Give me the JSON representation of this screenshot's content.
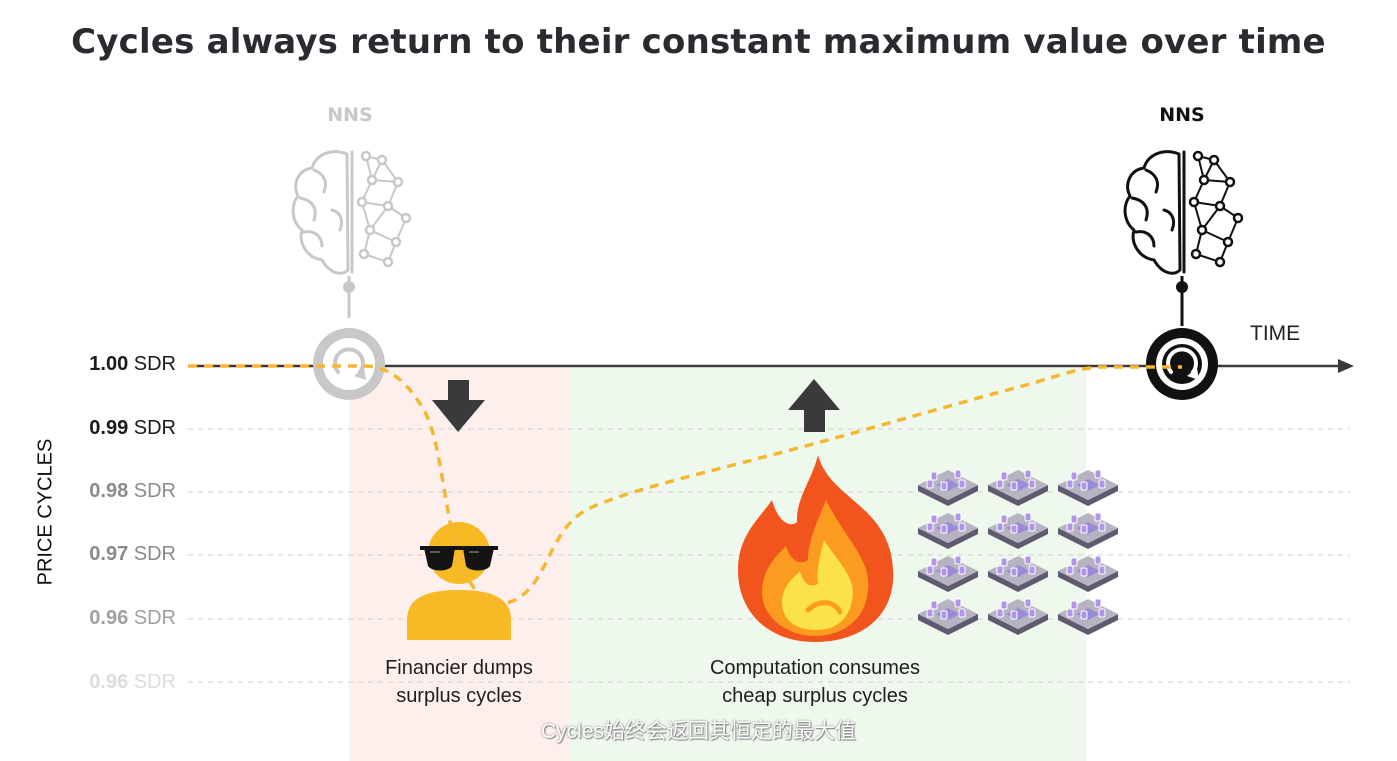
{
  "title": "Cycles always return to their constant maximum value over time",
  "nns_left_label": "NNS",
  "nns_right_label": "NNS",
  "time_label": "TIME",
  "y_axis_title": "PRICE CYCLES",
  "y_labels": [
    {
      "num": "1.00",
      "unit": "SDR",
      "color": "#1a1a1a"
    },
    {
      "num": "0.99",
      "unit": "SDR",
      "color": "#1a1a1a"
    },
    {
      "num": "0.98",
      "unit": "SDR",
      "color": "#8a8a8a"
    },
    {
      "num": "0.97",
      "unit": "SDR",
      "color": "#8a8a8a"
    },
    {
      "num": "0.96",
      "unit": "SDR",
      "color": "#a0a0a0"
    },
    {
      "num": "0.96",
      "unit": "SDR",
      "color": "#dcdcdc"
    }
  ],
  "caption_left": [
    "Financier dumps",
    "surplus cycles"
  ],
  "caption_right": [
    "Computation consumes",
    "cheap surplus cycles"
  ],
  "subtitle": "Cycles始终会返回其恒定的最大值",
  "colors": {
    "line": "#f5b731",
    "axis": "#3a3a3a",
    "faded": "#c8c8c8",
    "red_zone": "#fdf0ec",
    "green_zone": "#eef8ec",
    "arrow": "#3a3a3a",
    "person": "#f7b924",
    "flame_outer": "#f2541e",
    "flame_mid": "#fb9b1f",
    "flame_inner": "#fce24a",
    "chip_top": "#b7b4c2",
    "chip_side": "#5f5a70",
    "chip_pin": "#b294e8",
    "chip_core": "#9a8ad8"
  },
  "icons": {
    "brain_left": "brain-network-icon",
    "brain_right": "brain-network-icon",
    "node_left": "cycle-node-icon",
    "node_right": "cycle-node-icon",
    "arrow_down": "arrow-down-icon",
    "arrow_up": "arrow-up-icon",
    "person": "financier-sunglasses-icon",
    "flame": "fire-icon",
    "chip": "data-center-chip-icon"
  }
}
